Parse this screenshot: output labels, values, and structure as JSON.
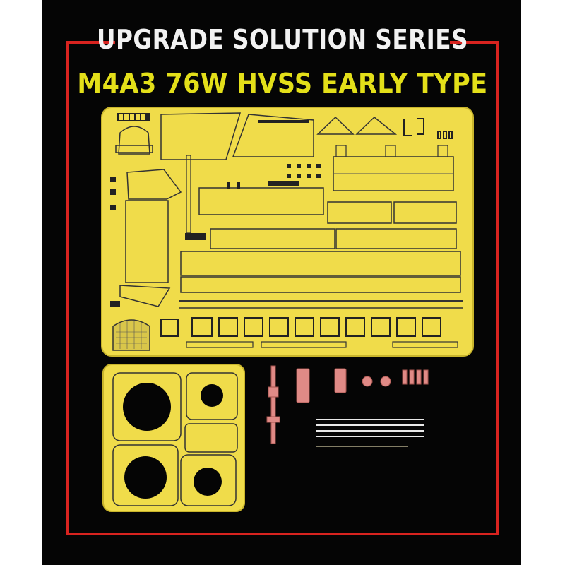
{
  "header": {
    "series_title": "UPGRADE SOLUTION SERIES",
    "model_title": "M4A3 76W HVSS EARLY TYPE"
  },
  "colors": {
    "background": "#050505",
    "frame": "#d8231f",
    "series_title": "#f2f2f2",
    "model_title": "#e3df19",
    "photo_etch": "#f0dc4a",
    "resin_parts": "#e08a86"
  },
  "image_content": {
    "photo_etch_fret_main": "large photo-etched brass fret",
    "photo_etch_fret_small": "small fret with four circular openings",
    "resin_parts": "pink resin parts",
    "wire_rods": "metal wire rods"
  }
}
